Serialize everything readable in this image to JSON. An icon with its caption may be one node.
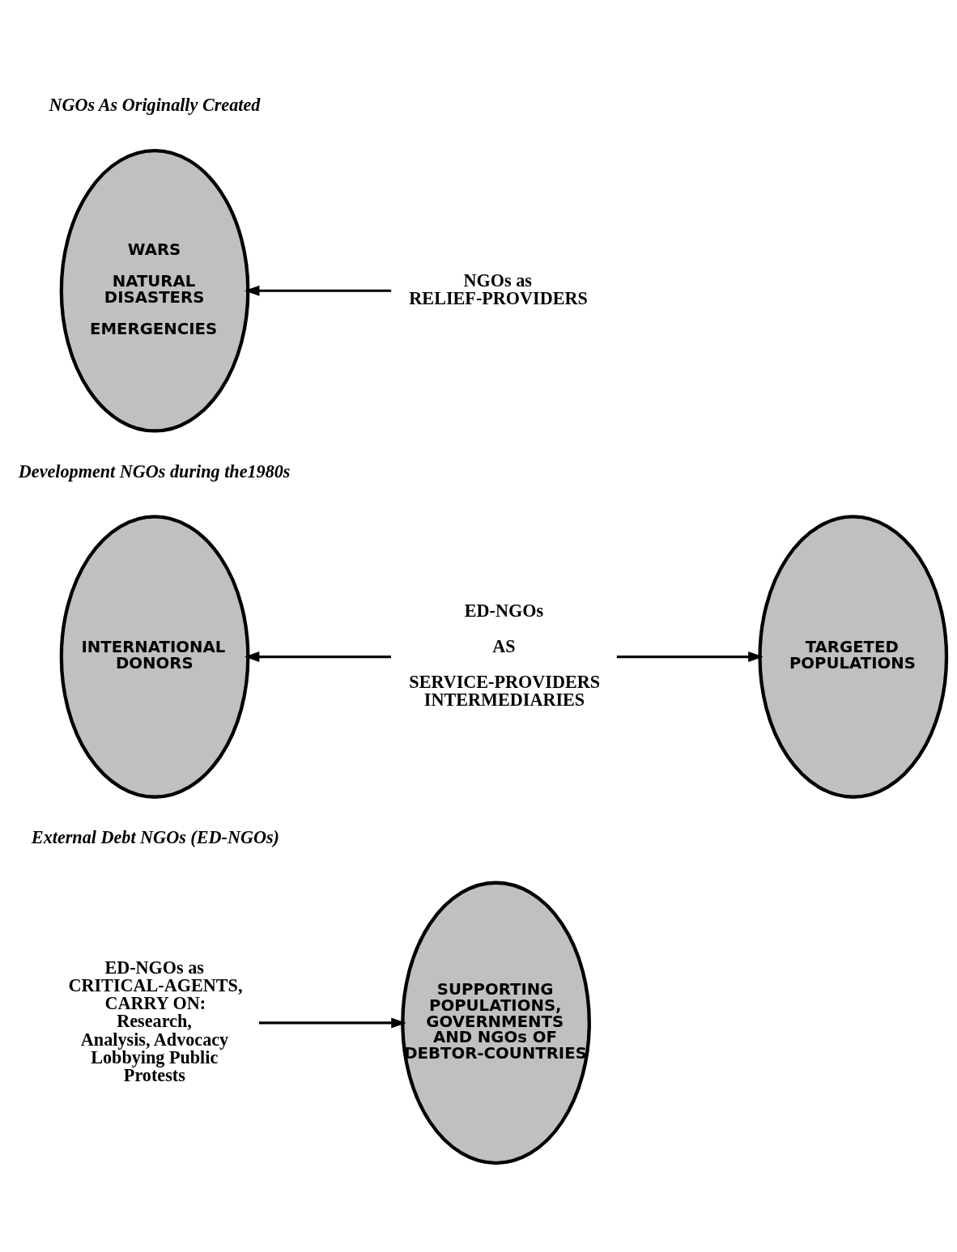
{
  "diagram": {
    "nodes": [
      {
        "text": [
          "WARS",
          "NATURAL DISASTERS",
          "EMERGENCIES"
        ]
      },
      {
        "text": [
          "NGOs as RELIEF-PROVIDERS"
        ]
      },
      {
        "text": [
          "INTERNATIONAL DONORS"
        ]
      },
      {
        "text": [
          "ED-NGOs",
          "AS",
          "SERVICE-PROVIDERS INTERMEDIARIES"
        ]
      },
      {
        "text": [
          "TARGETED POPULATIONS"
        ]
      },
      {
        "text": [
          "ED-NGOs as CRITICAL-AGENTS, CARRY ON: Research, Analysis, Advocacy Lobbying Public Protests"
        ]
      },
      {
        "text": [
          "SUPPORTING POPULATIONS, GOVERNMENTS AND NGOs OF DEBTOR-COUNTRIES"
        ]
      }
    ],
    "edges": [
      {
        "from": 1,
        "to": 0,
        "arrow": "to"
      },
      {
        "from": 3,
        "to": 2,
        "arrow": "to"
      },
      {
        "from": 3,
        "to": 4,
        "arrow": "to"
      },
      {
        "from": 5,
        "to": 6,
        "arrow": "to"
      }
    ],
    "labels": [
      "NGOs As Originally Created",
      "Development NGOs during the1980s",
      "External Debt NGOs (ED-NGOs)"
    ]
  }
}
